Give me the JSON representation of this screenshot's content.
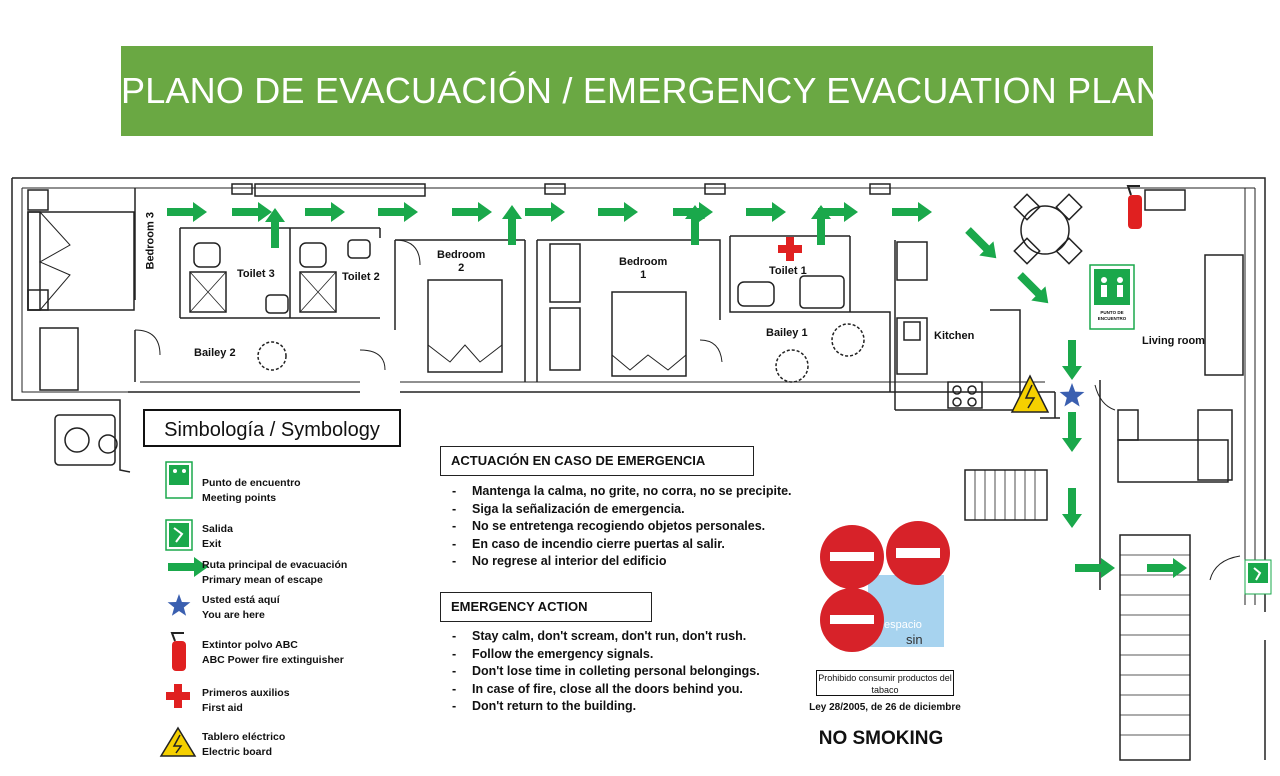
{
  "banner": {
    "title": "PLANO DE EVACUACIÓN / EMERGENCY EVACUATION PLAN",
    "bg": "#6aa843"
  },
  "rooms": {
    "bedroom3": "Bedroom 3",
    "toilet3": "Toilet 3",
    "toilet2": "Toilet 2",
    "bedroom2_l1": "Bedroom",
    "bedroom2_l2": "2",
    "bedroom1_l1": "Bedroom",
    "bedroom1_l2": "1",
    "toilet1": "Toilet 1",
    "bailey2": "Bailey 2",
    "bailey1": "Bailey 1",
    "kitchen": "Kitchen",
    "living": "Living room"
  },
  "symbology": {
    "title": "Simbología / Symbology",
    "items": [
      {
        "icon": "meeting-point-icon",
        "es": "Punto de encuentro",
        "en": "Meeting points"
      },
      {
        "icon": "exit-icon",
        "es": "Salida",
        "en": "Exit"
      },
      {
        "icon": "arrow-icon",
        "es": "Ruta principal de evacuación",
        "en": "Primary mean of escape"
      },
      {
        "icon": "star-icon",
        "es": "Usted está aquí",
        "en": "You are here"
      },
      {
        "icon": "fire-extinguisher-icon",
        "es": "Extintor polvo ABC",
        "en": "ABC Power fire extinguisher"
      },
      {
        "icon": "first-aid-icon",
        "es": "Primeros auxilios",
        "en": "First aid"
      },
      {
        "icon": "electric-board-icon",
        "es": "Tablero eléctrico",
        "en": "Electric board"
      }
    ]
  },
  "icon_text": {
    "meeting": "PUNTO DE ENCUENTRO"
  },
  "actuacion": {
    "title": "ACTUACIÓN EN CASO DE EMERGENCIA",
    "items": [
      "Mantenga la calma, no grite, no corra, no se precipite.",
      "Siga la señalización de emergencia.",
      "No se entretenga recogiendo objetos personales.",
      "En caso de incendio cierre puertas al salir.",
      "No regrese al interior del edificio"
    ]
  },
  "emergency": {
    "title": "EMERGENCY ACTION",
    "items": [
      "Stay calm, don't scream, don't run, don't rush.",
      "Follow the emergency signals.",
      "Don't lose time in colleting personal belongings.",
      "In case of fire, close all the doors behind you.",
      "Don't return to the building."
    ]
  },
  "nosmoking": {
    "espacio": "espacio",
    "sin": "sin",
    "prohibido": "Prohibido consumir productos del tabaco",
    "ley": "Ley 28/2005, de 26 de diciembre",
    "label": "NO SMOKING"
  },
  "colors": {
    "arrow": "#1aa84b",
    "red": "#e02020",
    "star": "#3a5fb0",
    "signgreen": "#1aa84b",
    "yellow": "#f5d000"
  }
}
